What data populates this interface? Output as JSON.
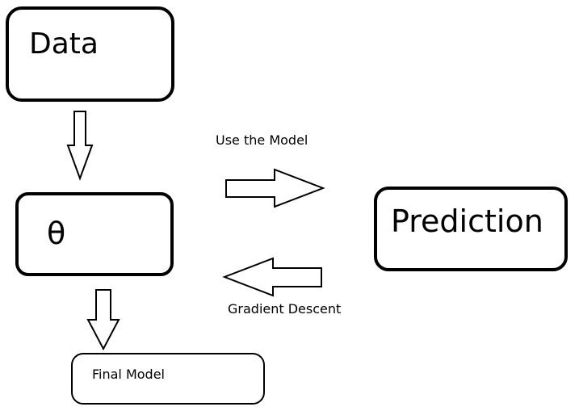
{
  "nodes": {
    "data": {
      "label": "Data"
    },
    "theta": {
      "label": "θ"
    },
    "prediction": {
      "label": "Prediction"
    },
    "final_model": {
      "label": "Final Model"
    }
  },
  "edges": {
    "use_model": {
      "label": "Use the Model"
    },
    "gradient_descent": {
      "label": "Gradient Descent"
    }
  },
  "colors": {
    "stroke": "#000000",
    "fill": "#ffffff"
  }
}
